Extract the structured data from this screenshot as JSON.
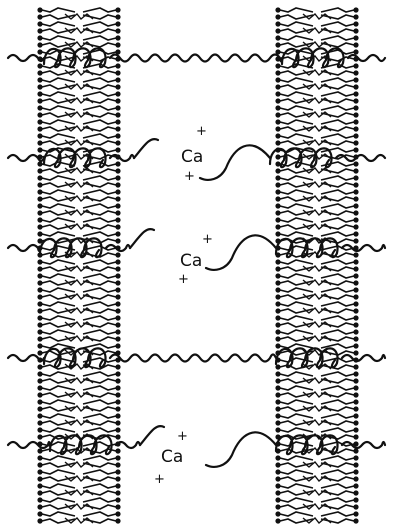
{
  "diagram": {
    "ink_color": "#111111",
    "background_color": "#ffffff",
    "bilayer_stacks": 2,
    "protein_chain_rows": 5,
    "ion_bridges": [
      {
        "symbol": "Ca",
        "charge_signs": [
          "+",
          "+"
        ]
      },
      {
        "symbol": "Ca",
        "charge_signs": [
          "+",
          "+"
        ]
      },
      {
        "symbol": "Ca",
        "charge_signs": [
          "+",
          "+"
        ]
      }
    ]
  }
}
